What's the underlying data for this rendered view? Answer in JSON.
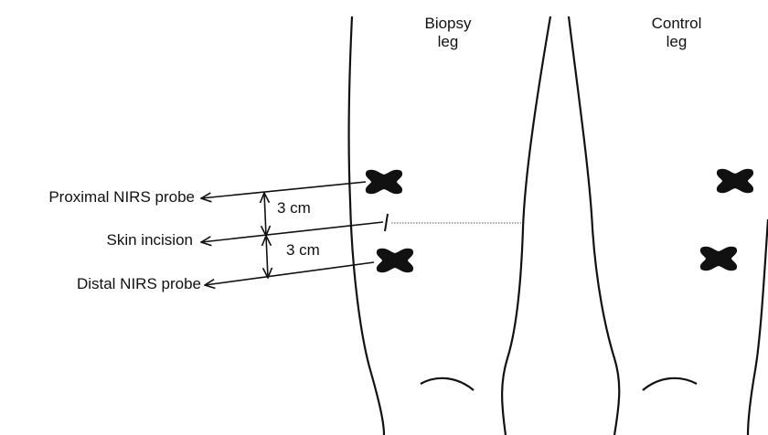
{
  "legs": {
    "biopsy_line1": "Biopsy",
    "biopsy_line2": "leg",
    "control_line1": "Control",
    "control_line2": "leg"
  },
  "labels": {
    "proximal": "Proximal NIRS probe",
    "incision": "Skin incision",
    "distal": "Distal NIRS probe",
    "dist_upper": "3 cm",
    "dist_lower": "3 cm"
  },
  "colors": {
    "line": "#111111",
    "probe": "#111111"
  }
}
